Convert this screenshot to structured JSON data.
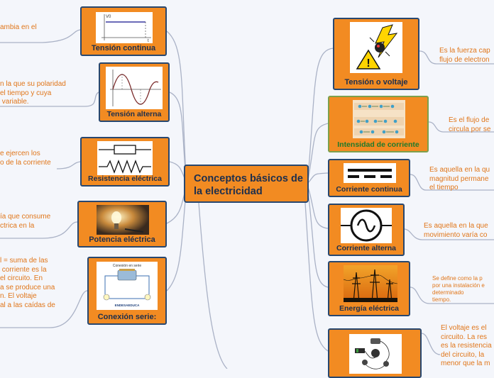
{
  "center": {
    "title": "Conceptos básicos de la electricidad"
  },
  "left_nodes": [
    {
      "label": "Tensión continua",
      "note": "ambia en el"
    },
    {
      "label": "Tensión alterna",
      "note": "n la que su polaridad\nel tiempo y cuya\n variable."
    },
    {
      "label": "Resistencia eléctrica",
      "note": "e ejercen los\no de la corriente"
    },
    {
      "label": "Potencia eléctrica",
      "note": "ía que consume\nctrica en la"
    },
    {
      "label": "Conexión serie:",
      "note": "l = suma de las\n corriente es la\nel circuito. En\na se produce una\nn. El voltaje\nal a las caídas de"
    }
  ],
  "right_nodes": [
    {
      "label": "Tensión o voltaje",
      "note": "Es la fuerza cap\nflujo de electron"
    },
    {
      "label": "Intensidad de corriente",
      "note": "Es el flujo de\ncircula por se"
    },
    {
      "label": "Corriente continua",
      "note": "Es aquella en la qu\nmagnitud permane\nel tiempo"
    },
    {
      "label": "Corriente alterna",
      "note": "Es aquella en la que\nmovimiento varía co"
    },
    {
      "label": "Energía eléctrica",
      "note": "Se define como la p\npor una instalación e\ndeterminado\ntiempo."
    },
    {
      "label": "",
      "note": "El voltaje es el\ncircuito. La res\nes la resistencia\ndel circuito, la\nmenor que la m"
    }
  ],
  "images": {
    "dc_graph": {
      "y_axis": "V0",
      "x_axis": "t"
    },
    "series_circuit": {
      "caption": "Conexión en serie",
      "brand": "ENDESAEDUCA"
    }
  },
  "colors": {
    "node_fill": "#f28b22",
    "node_border": "#28476f",
    "note_text": "#e0761a",
    "link": "#aab2c6"
  }
}
